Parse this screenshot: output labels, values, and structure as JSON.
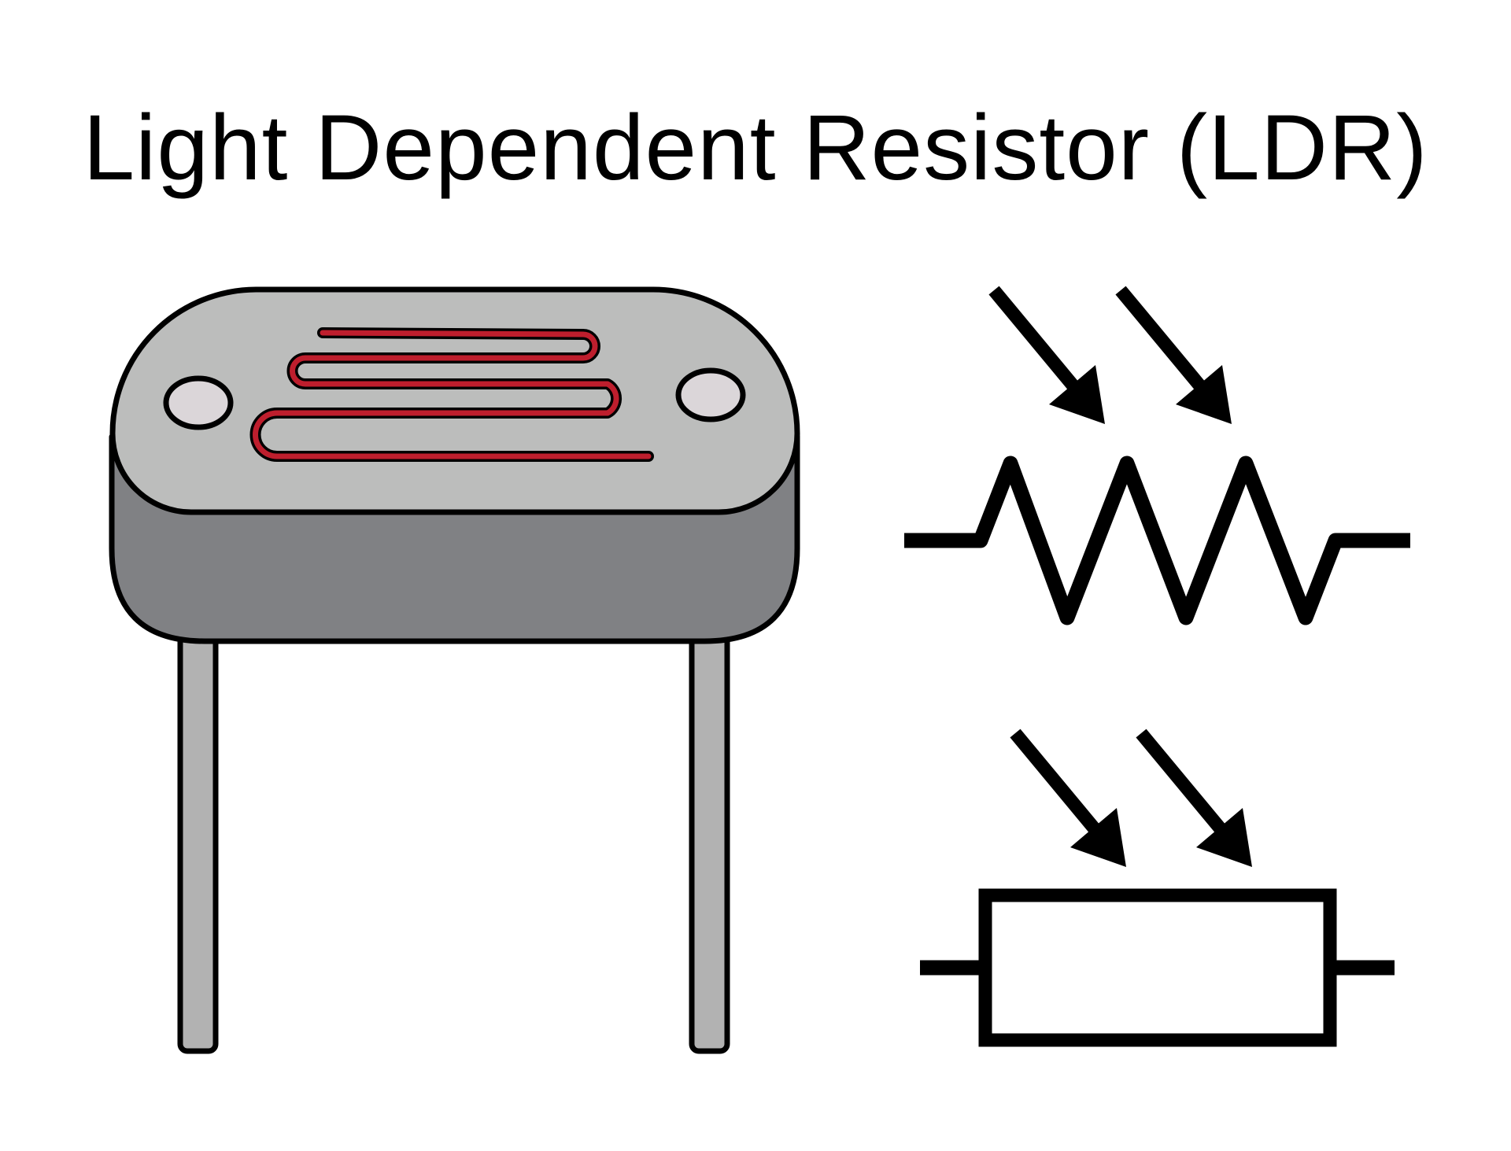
{
  "title": "Light Dependent Resistor (LDR)",
  "colors": {
    "background": "#ffffff",
    "outline": "#000000",
    "body_top": "#bcbdbc",
    "body_side": "#808184",
    "legs": "#b2b2b2",
    "contacts": "#dbd6d9",
    "sensor_track": "#be1e2d"
  },
  "components": {
    "device_illustration": "ldr-component",
    "zigzag_symbol": "ldr-symbol-zigzag",
    "box_symbol": "ldr-symbol-rectangle"
  }
}
